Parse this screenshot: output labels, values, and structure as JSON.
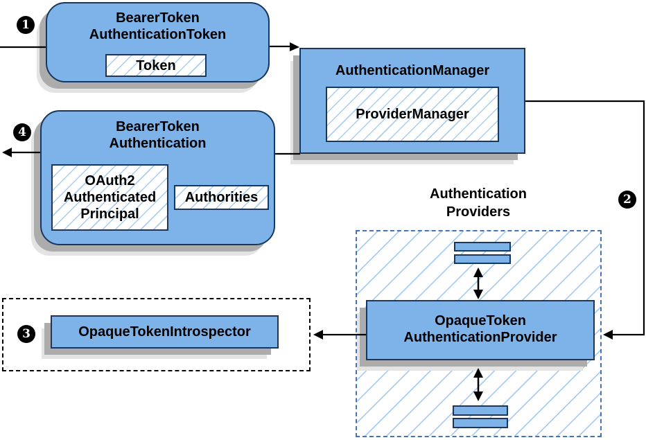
{
  "steps": {
    "step1": "1",
    "step2": "2",
    "step3": "3",
    "step4": "4"
  },
  "boxes": {
    "bearer_token_authentication_token": {
      "title_line1": "BearerToken",
      "title_line2": "AuthenticationToken",
      "inner_label": "Token"
    },
    "authentication_manager": {
      "title": "AuthenticationManager",
      "inner_label": "ProviderManager"
    },
    "bearer_token_authentication": {
      "title_line1": "BearerToken",
      "title_line2": "Authentication",
      "principal_line1": "OAuth2",
      "principal_line2": "Authenticated",
      "principal_line3": "Principal",
      "authorities_label": "Authorities"
    },
    "opaque_token_introspector": {
      "title": "OpaqueTokenIntrospector"
    },
    "authentication_providers": {
      "label_line1": "Authentication",
      "label_line2": "Providers",
      "provider_line1": "OpaqueToken",
      "provider_line2": "AuthenticationProvider"
    }
  },
  "colors": {
    "node_fill": "#7EB3E9",
    "node_stroke": "#17375E",
    "hatch": "#A9CCEF",
    "providers_dash": "#4472B8",
    "shadow1": "#ACACAC",
    "shadow2": "#E3E3E3",
    "line": "#000000",
    "badge_bg": "#000000",
    "badge_text": "#FFFFFF"
  }
}
